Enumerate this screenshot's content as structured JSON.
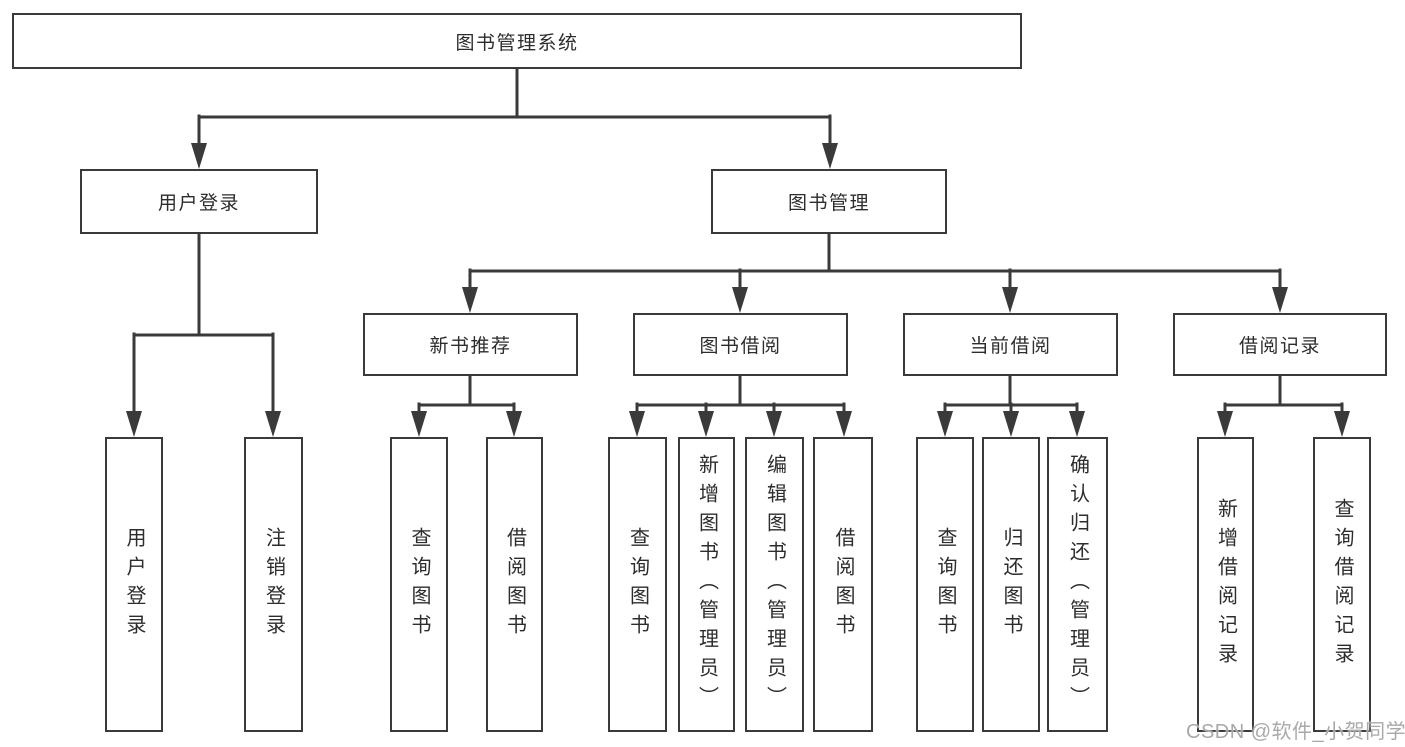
{
  "tree": {
    "root": {
      "label": "图书管理系统",
      "children": [
        {
          "label": "用户登录",
          "children": [
            {
              "label": "用户登录"
            },
            {
              "label": "注销登录"
            }
          ]
        },
        {
          "label": "图书管理",
          "children": [
            {
              "label": "新书推荐",
              "children": [
                {
                  "label": "查询图书"
                },
                {
                  "label": "借阅图书"
                }
              ]
            },
            {
              "label": "图书借阅",
              "children": [
                {
                  "label": "查询图书"
                },
                {
                  "label": "新增图书（管理员）"
                },
                {
                  "label": "编辑图书（管理员）"
                },
                {
                  "label": "借阅图书"
                }
              ]
            },
            {
              "label": "当前借阅",
              "children": [
                {
                  "label": "查询图书"
                },
                {
                  "label": "归还图书"
                },
                {
                  "label": "确认归还（管理员）"
                }
              ]
            },
            {
              "label": "借阅记录",
              "children": [
                {
                  "label": "新增借阅记录"
                },
                {
                  "label": "查询借阅记录"
                }
              ]
            }
          ]
        }
      ]
    }
  },
  "watermark": {
    "text": "CSDN @软件_小贺同学",
    "color": "#a9a9a9"
  },
  "colors": {
    "line": "#3a3a3a",
    "box_border": "#3a3a3a",
    "text": "#2d2d2d",
    "background": "#ffffff"
  }
}
